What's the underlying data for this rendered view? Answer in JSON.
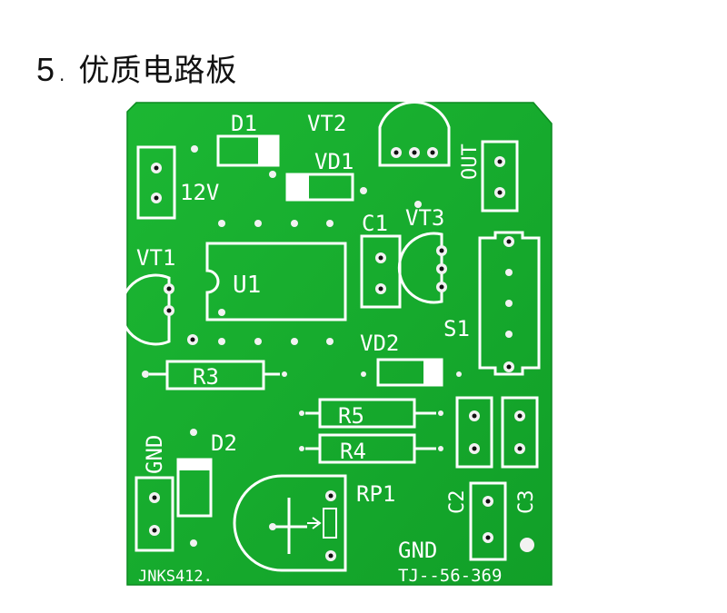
{
  "heading": {
    "number": "5",
    "dot": ".",
    "title": "优质电路板"
  },
  "colors": {
    "board": "#16ad2d",
    "board_dark": "#0e9a24",
    "silkscreen": "#ffffff",
    "pad": "#f2f2f2",
    "hole": "#111111"
  },
  "labels": {
    "d1": "D1",
    "vt2": "VT2",
    "vd1": "VD1",
    "out": "OUT",
    "v12": "12V",
    "c1": "C1",
    "vt3": "VT3",
    "vt1": "VT1",
    "u1": "U1",
    "s1": "S1",
    "vd2": "VD2",
    "r3": "R3",
    "r5": "R5",
    "r4": "R4",
    "gnd_left": "GND",
    "d2": "D2",
    "rp1": "RP1",
    "c2": "C2",
    "c3": "C3",
    "gnd_bottom": "GND",
    "brand": "JNKS412.",
    "model": "TJ--56-369"
  }
}
